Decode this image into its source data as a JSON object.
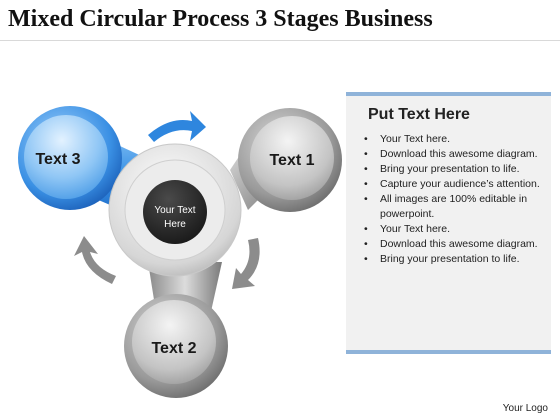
{
  "title": "Mixed Circular Process 3 Stages Business",
  "diagram": {
    "center": [
      "Your Text",
      "Here"
    ],
    "nodes": [
      {
        "label": "Text 1"
      },
      {
        "label": "Text 2"
      },
      {
        "label": "Text 3"
      }
    ],
    "colors": {
      "accent_blue": "#2e86de",
      "gray": "#8c8c8c"
    }
  },
  "panel": {
    "heading": "Put Text Here",
    "items": [
      "Your Text here.",
      "Download this awesome diagram.",
      "Bring your presentation to life.",
      "Capture your audience’s attention.",
      "All images are 100% editable in powerpoint.",
      "Your Text here.",
      "Download this awesome diagram.",
      "Bring your presentation to life."
    ]
  },
  "footer": {
    "logo": "Your Logo"
  }
}
